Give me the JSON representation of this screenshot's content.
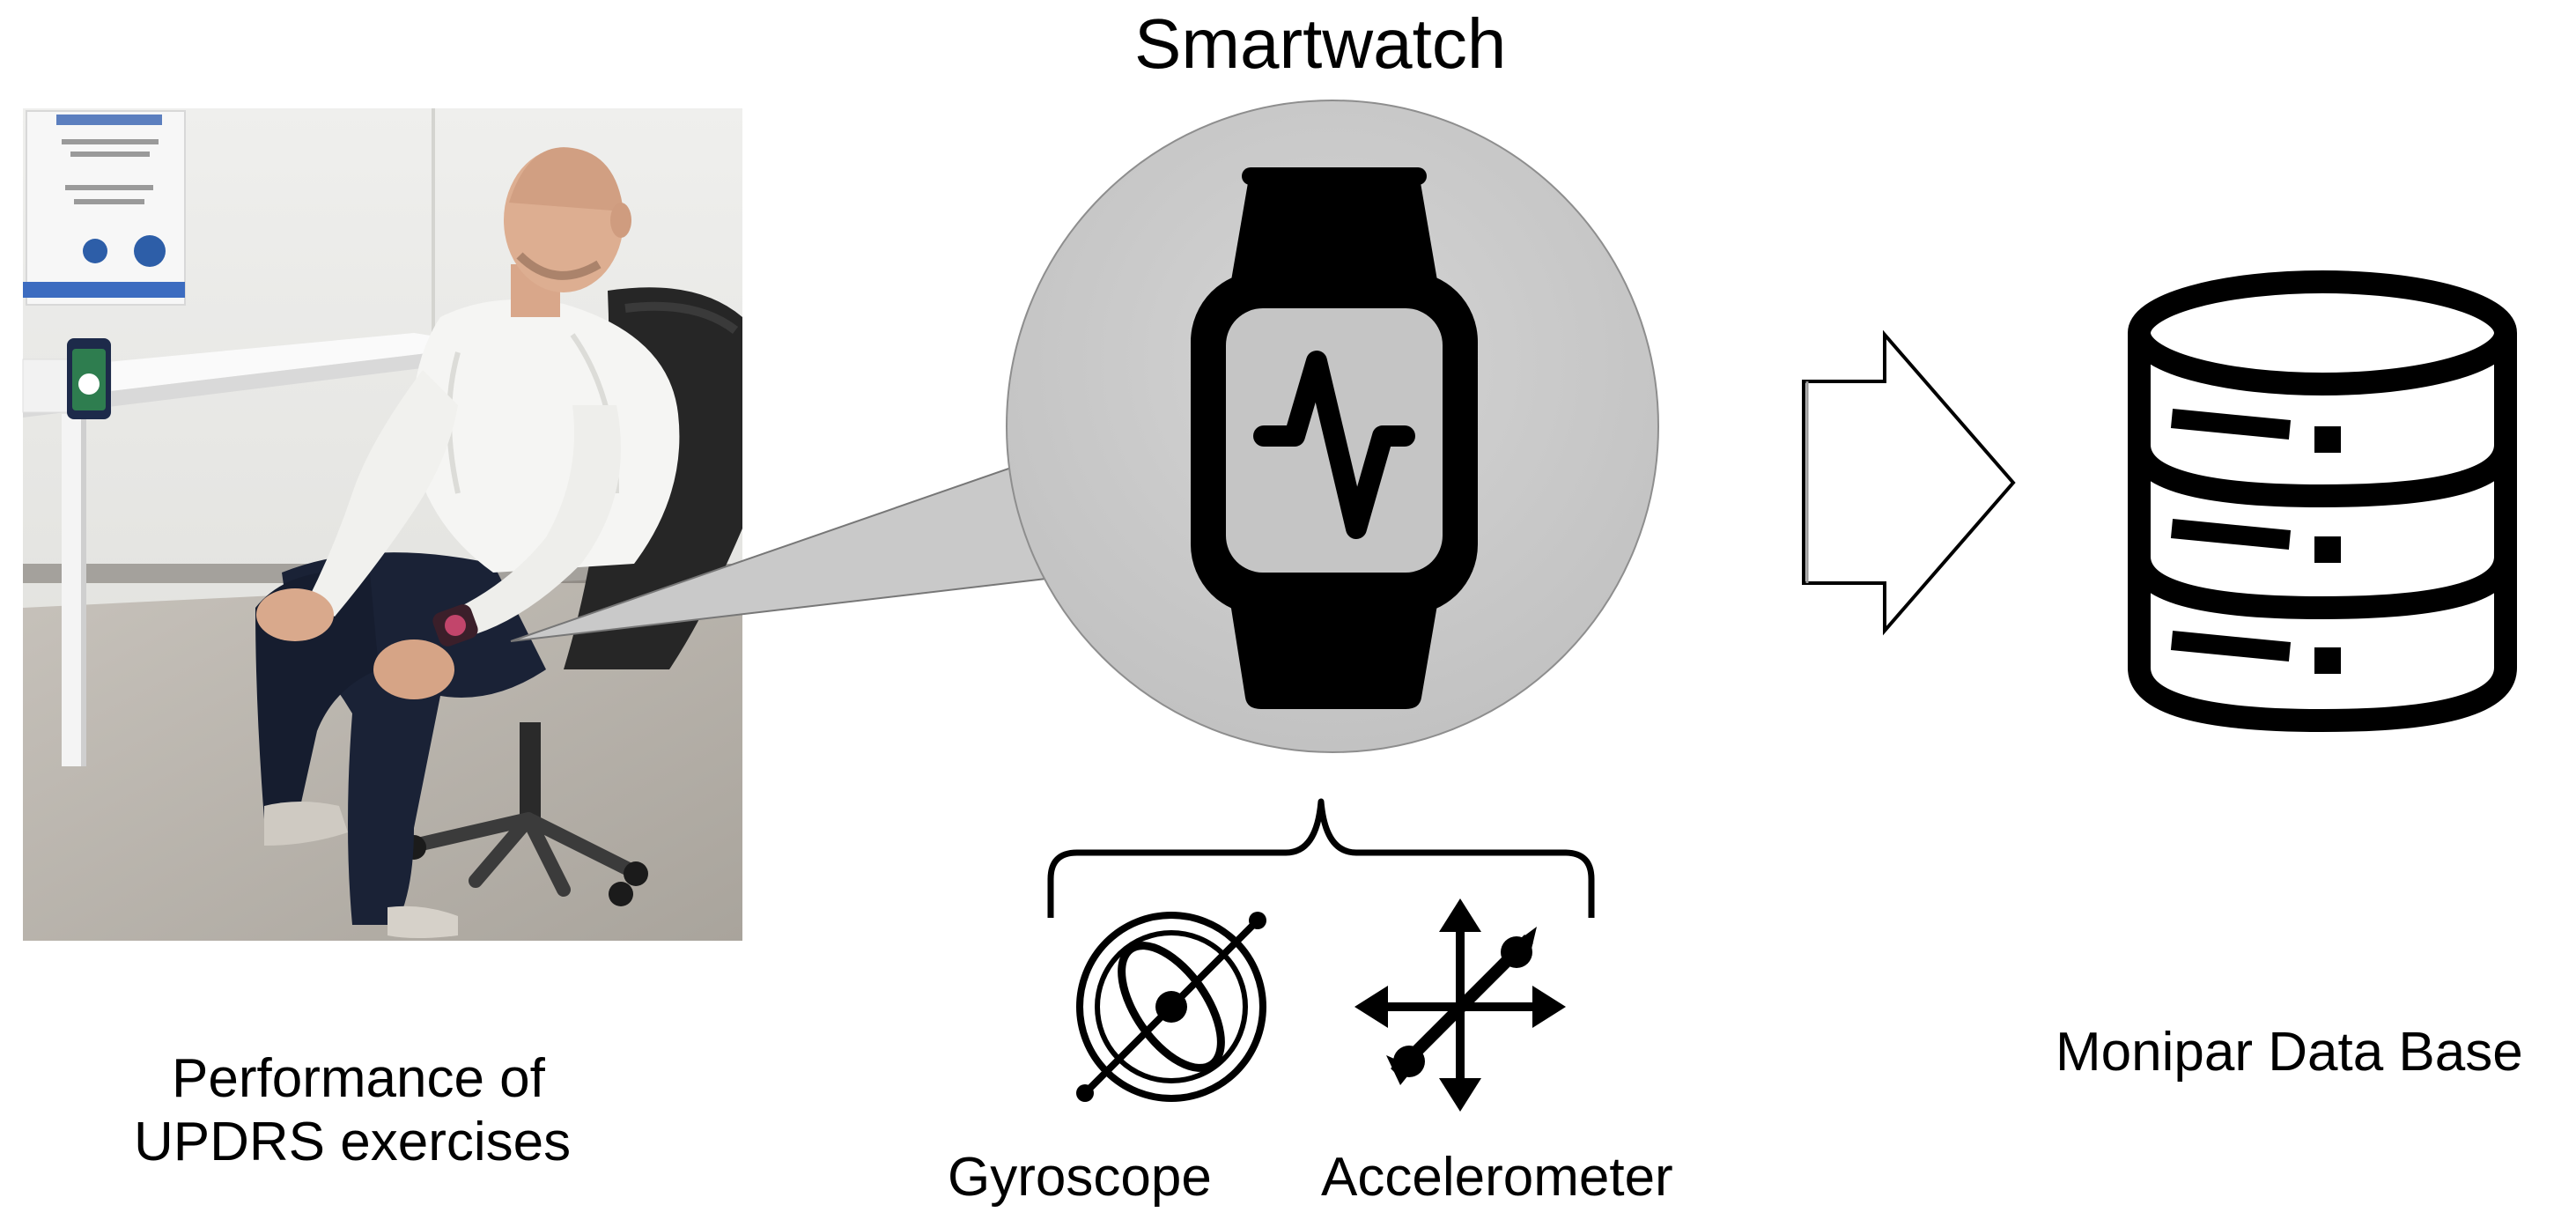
{
  "diagram": {
    "photo_caption": [
      "Performance of",
      "UPDRS exercises"
    ],
    "device_title": "Smartwatch",
    "sensors": [
      {
        "label": "Gyroscope",
        "icon": "gyroscope-icon"
      },
      {
        "label": "Accelerometer",
        "icon": "accelerometer-icon"
      }
    ],
    "database_label": "Monipar Data Base",
    "colors": {
      "callout": "#c9c9c9",
      "icon": "#000000",
      "wall": "#ececea",
      "floor": "#b9b4ad"
    }
  }
}
